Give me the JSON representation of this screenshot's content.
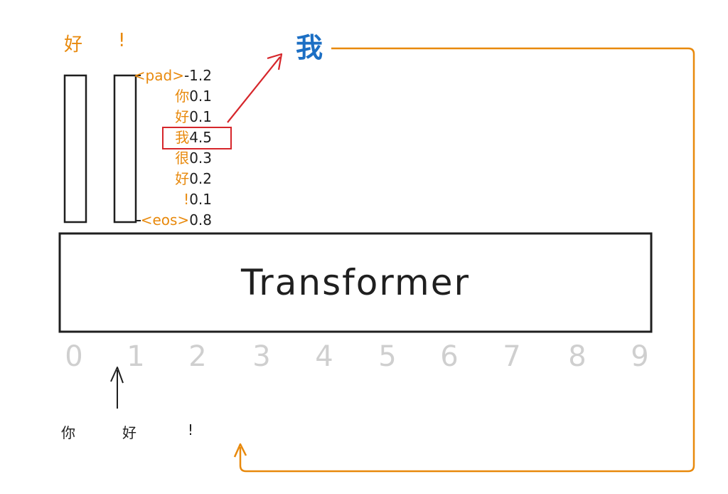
{
  "output_tokens": [
    "好",
    "!"
  ],
  "generated_token": "我",
  "logits": [
    {
      "token": "<pad>",
      "value": "-1.2"
    },
    {
      "token": "你",
      "value": "0.1"
    },
    {
      "token": "好",
      "value": "0.1"
    },
    {
      "token": "我",
      "value": "4.5"
    },
    {
      "token": "很",
      "value": "0.3"
    },
    {
      "token": "好",
      "value": "0.2"
    },
    {
      "token": "!",
      "value": "0.1"
    },
    {
      "token": "<eos>",
      "value": "0.8"
    }
  ],
  "transformer_label": "Transformer",
  "positions": [
    "0",
    "1",
    "2",
    "3",
    "4",
    "5",
    "6",
    "7",
    "8",
    "9"
  ],
  "input_tokens": [
    "你",
    "好",
    "!"
  ],
  "colors": {
    "token_orange": "#e8890c",
    "generated_blue": "#1c6fc4",
    "highlight_red": "#d6262b",
    "loop_orange": "#e8890c",
    "position_gray": "#cfcfcf"
  }
}
